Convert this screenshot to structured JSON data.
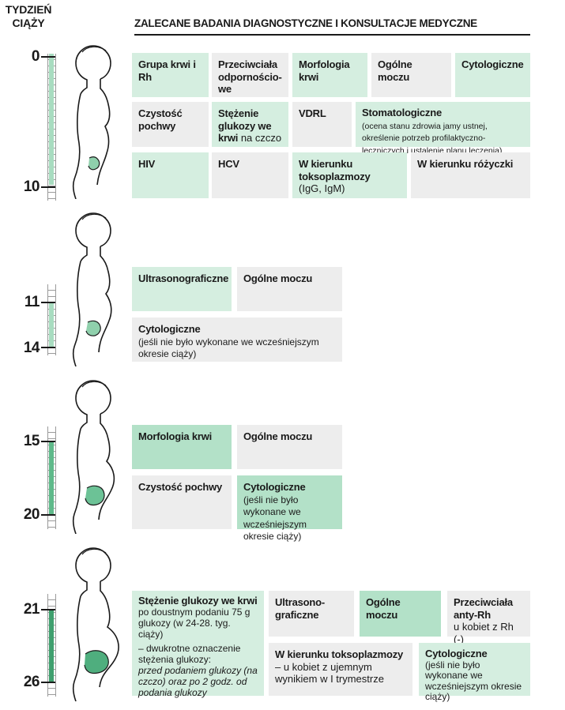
{
  "header": {
    "week_label_line1": "TYDZIEŃ",
    "week_label_line2": "CIĄŻY",
    "title": "ZALECANE BADANIA DIAGNOSTYCZNE I KONSULTACJE MEDYCZNE"
  },
  "sections": [
    {
      "weeks": [
        "0",
        "10"
      ],
      "cards": [
        {
          "bold": "Grupa krwi i Rh"
        },
        {
          "bold": "Przeciwciała odpornościo-we"
        },
        {
          "bold": "Morfologia krwi"
        },
        {
          "bold": "Ogólne moczu"
        },
        {
          "bold": "Cytologiczne"
        },
        {
          "bold": "Czystość pochwy"
        },
        {
          "bold": "Stężenie glukozy we krwi",
          "normal": " na czczo"
        },
        {
          "bold": "VDRL"
        },
        {
          "bold": "Stomatologiczne",
          "small": "(ocena stanu zdrowia jamy ustnej, określenie potrzeb profilaktyczno-leczniczych i ustalenie planu leczenia)"
        },
        {
          "bold": "HIV"
        },
        {
          "bold": "HCV"
        },
        {
          "bold": "W kierunku toksoplazmozy",
          "normal": "(IgG, IgM)"
        },
        {
          "bold": "W kierunku różyczki"
        }
      ]
    },
    {
      "weeks": [
        "11",
        "14"
      ],
      "cards": [
        {
          "bold": "Ultrasonograficzne"
        },
        {
          "bold": "Ogólne moczu"
        },
        {
          "bold": "Cytologiczne",
          "normal": "(jeśli nie było wykonane we wcześniejszym okresie ciąży)"
        }
      ]
    },
    {
      "weeks": [
        "15",
        "20"
      ],
      "cards": [
        {
          "bold": "Morfologia krwi"
        },
        {
          "bold": "Ogólne moczu"
        },
        {
          "bold": "Czystość pochwy"
        },
        {
          "bold": "Cytologiczne",
          "normal": "(jeśli nie było wykonane we wcześniejszym okresie ciąży)"
        }
      ]
    },
    {
      "weeks": [
        "21",
        "26"
      ],
      "cards": [
        {
          "bold": "Stężenie glukozy we krwi",
          "normal": "po doustnym podaniu 75 g glukozy (w 24-28. tyg. ciąży)",
          "normal2": "– dwukrotne oznaczenie stężenia glukozy:",
          "italic": "przed podaniem glukozy (na czczo) oraz po 2 godz. od podania glukozy"
        },
        {
          "bold": "Ultrasono-graficzne"
        },
        {
          "bold": "Ogólne moczu"
        },
        {
          "bold": "Przeciwciała anty-Rh",
          "normal": "u kobiet z Rh (-)"
        },
        {
          "bold": "W kierunku toksoplazmozy",
          "normal": "– u kobiet z ujemnym wynikiem w I trymestrze"
        },
        {
          "bold": "Cytologiczne",
          "normal": "(jeśli nie było wykonane we wcześniejszym okresie ciąży)"
        }
      ]
    }
  ],
  "colors": {
    "green_light": "#d5eee0",
    "green_dark": "#b3e1c8",
    "grey": "#ededed",
    "ruler_fill": "#a8dcc0",
    "text": "#1a1a1a"
  }
}
